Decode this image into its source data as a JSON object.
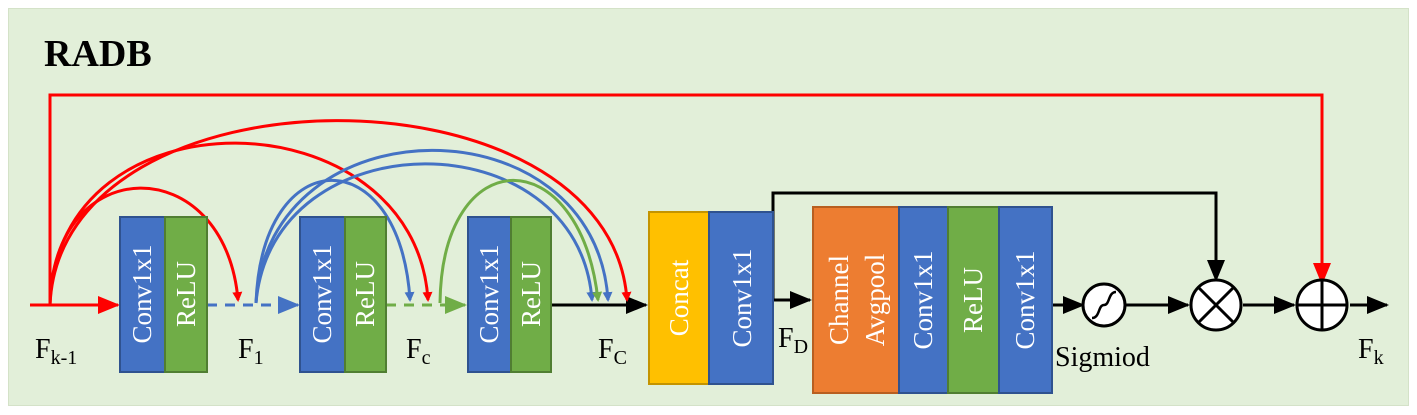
{
  "title": "RADB",
  "blocks": {
    "conv_a": "Conv1x1",
    "relu_a": "ReLU",
    "conv_b": "Conv1x1",
    "relu_b": "ReLU",
    "conv_c": "Conv1x1",
    "relu_c": "ReLU",
    "concat": "Concat",
    "conv_d": "Conv1x1",
    "channel_avgpool": [
      "Channel",
      "Avgpool"
    ],
    "conv_e": "Conv1x1",
    "relu_e": "ReLU",
    "conv_f": "Conv1x1"
  },
  "labels": {
    "fk_minus_1": {
      "main": "F",
      "sub": "k-1"
    },
    "f1": {
      "main": "F",
      "sub": "1"
    },
    "fc_lower": {
      "main": "F",
      "sub": "c"
    },
    "fc_upper": {
      "main": "F",
      "sub": "C"
    },
    "fd": {
      "main": "F",
      "sub": "D"
    },
    "fk": {
      "main": "F",
      "sub": "k"
    },
    "sigmoid": "Sigmiod"
  },
  "colors": {
    "background": "#e2efd9",
    "conv": "#4472c4",
    "relu": "#70ad47",
    "concat": "#ffc000",
    "avgpool": "#ed7d31",
    "red_path": "#ff0000",
    "blue_path": "#4472c4",
    "green_path": "#70ad47",
    "black_path": "#000000"
  },
  "icons": [
    "sigmoid-icon",
    "multiply-icon",
    "add-icon"
  ]
}
